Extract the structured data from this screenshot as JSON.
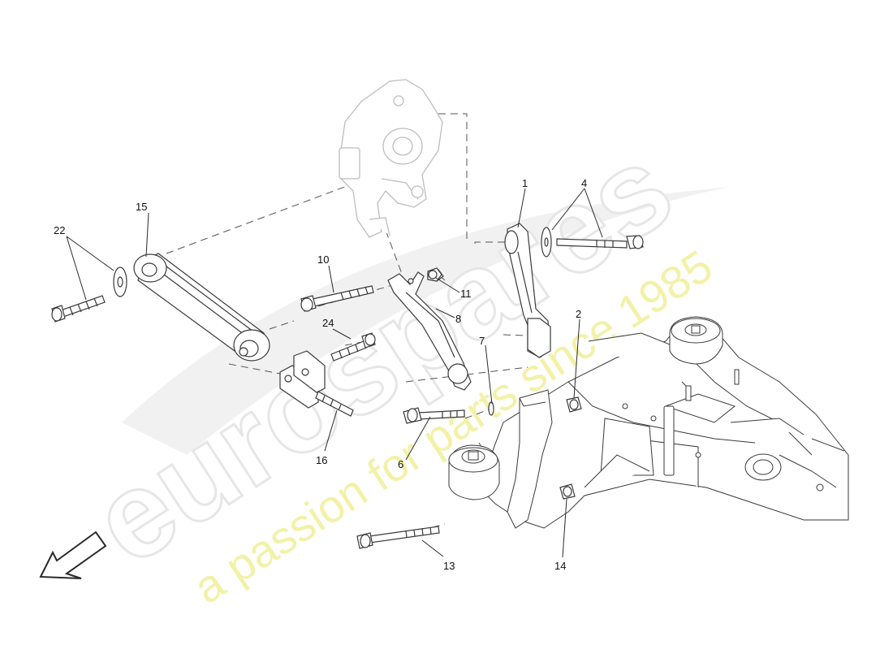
{
  "diagram": {
    "callouts": [
      "1",
      "2",
      "4",
      "6",
      "7",
      "8",
      "10",
      "11",
      "13",
      "14",
      "15",
      "16",
      "22",
      "24"
    ],
    "watermark": {
      "logo": "eurospares",
      "tagline": "a passion for parts since 1985",
      "tagline_color": "#f2ef9a",
      "logo_color": "#e9e9e9"
    },
    "line_color": "#3a3a3a"
  }
}
